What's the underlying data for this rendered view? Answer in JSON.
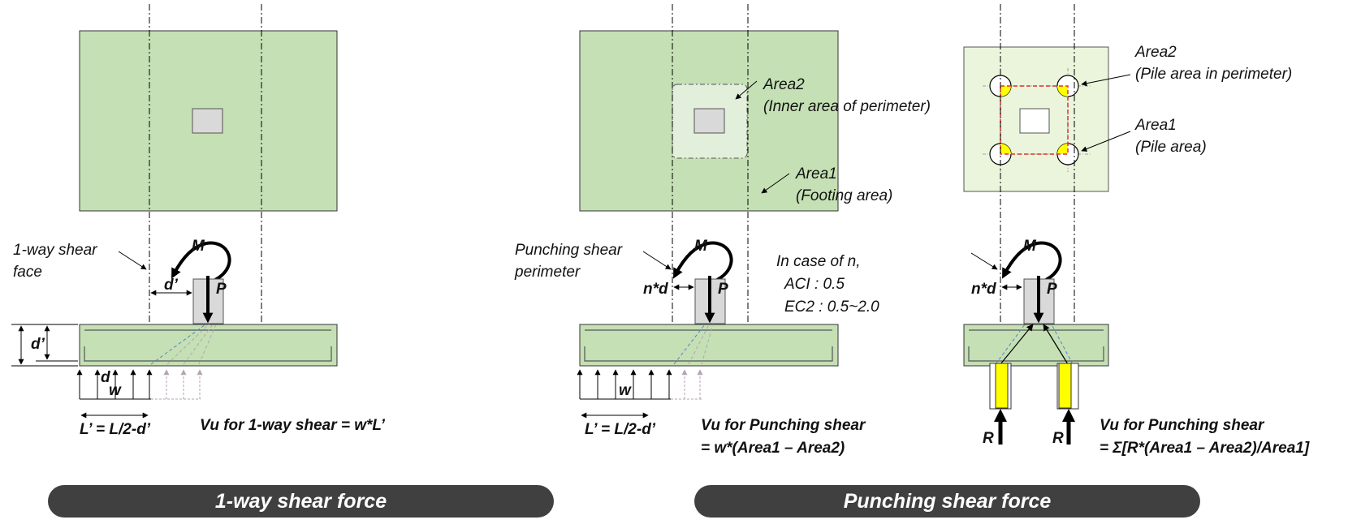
{
  "colors": {
    "footing": "#c5e0b4",
    "inner_area": "#e2efda",
    "pile_footing": "#ebf5dc",
    "pile": "#ffff00",
    "band": "#404040",
    "column": "#d9d9d9"
  },
  "left": {
    "shear_face_line1": "1-way shear",
    "shear_face_line2": "face",
    "moment": "M",
    "axial": "P",
    "d_prime": "d’",
    "d": "d",
    "w": "w",
    "L_prime": "L’ = L/2-d’",
    "formula": "Vu for 1-way shear = w*L’",
    "band": "1-way shear force"
  },
  "middle": {
    "area2": "Area2",
    "area2_desc": "(Inner area of perimeter)",
    "area1": "Area1",
    "area1_desc": "(Footing area)",
    "perimeter_line1": "Punching shear",
    "perimeter_line2": "perimeter",
    "moment": "M",
    "axial": "P",
    "nd": "n*d",
    "n_case": "In case of n,",
    "aci": "ACI : 0.5",
    "ec2": "EC2 : 0.5~2.0",
    "w": "w",
    "L_prime": "L’ = L/2-d’",
    "formula_line1": "Vu for Punching shear",
    "formula_line2": "= w*(Area1 – Area2)"
  },
  "right": {
    "area2": "Area2",
    "area2_desc": "(Pile area in perimeter)",
    "area1": "Area1",
    "area1_desc": "(Pile area)",
    "moment": "M",
    "axial": "P",
    "nd": "n*d",
    "reaction_left": "R",
    "reaction_right": "R",
    "formula_line1": "Vu for Punching shear",
    "formula_line2": "= Σ[R*(Area1 – Area2)/Area1]",
    "band": "Punching shear force"
  }
}
